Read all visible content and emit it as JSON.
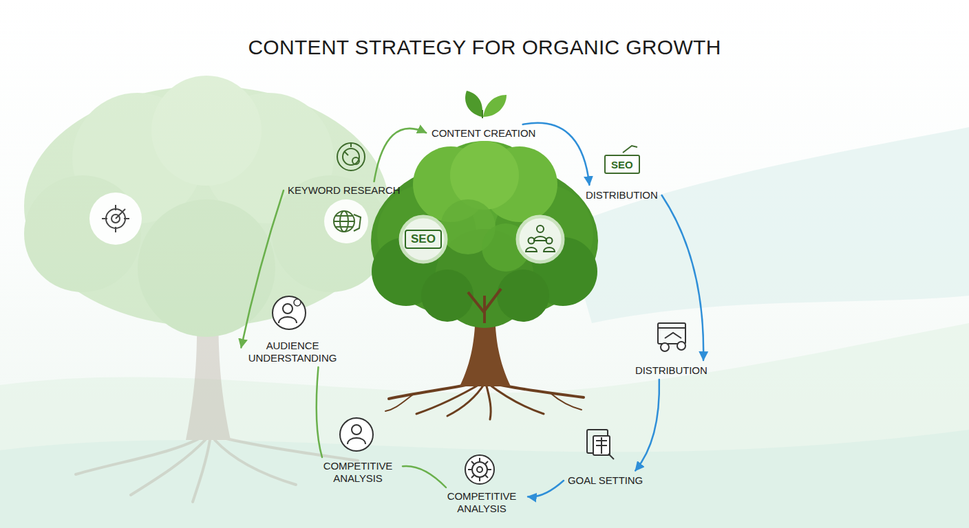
{
  "diagram": {
    "title": "CONTENT STRATEGY FOR ORGANIC GROWTH",
    "nodes": [
      {
        "text": [
          "CONTENT CREATION"
        ]
      },
      {
        "text": [
          "DISTRIBUTION"
        ]
      },
      {
        "text": [
          "DISTRIBUTION"
        ]
      },
      {
        "text": [
          "GOAL SETTING"
        ]
      },
      {
        "text": [
          "COMPETITIVE ANALYSIS"
        ]
      },
      {
        "text": [
          "COMPETITIVE ANALYSIS"
        ]
      },
      {
        "text": [
          "AUDIENCE UNDERSTANDING"
        ]
      },
      {
        "text": [
          "KEYWORD RESEARCH"
        ]
      }
    ],
    "edges": [
      {
        "from": 7,
        "to": 0,
        "arrow": "to"
      },
      {
        "from": 0,
        "to": 1,
        "arrow": "to"
      },
      {
        "from": 1,
        "to": 2,
        "arrow": "to"
      },
      {
        "from": 2,
        "to": 3,
        "arrow": "to"
      },
      {
        "from": 3,
        "to": 4,
        "arrow": "to"
      },
      {
        "from": 4,
        "to": 5,
        "arrow": "none"
      },
      {
        "from": 5,
        "to": 6,
        "arrow": "none"
      },
      {
        "from": 7,
        "to": 6,
        "arrow": "to"
      }
    ],
    "labels": [
      "SEO",
      "SEO"
    ]
  }
}
